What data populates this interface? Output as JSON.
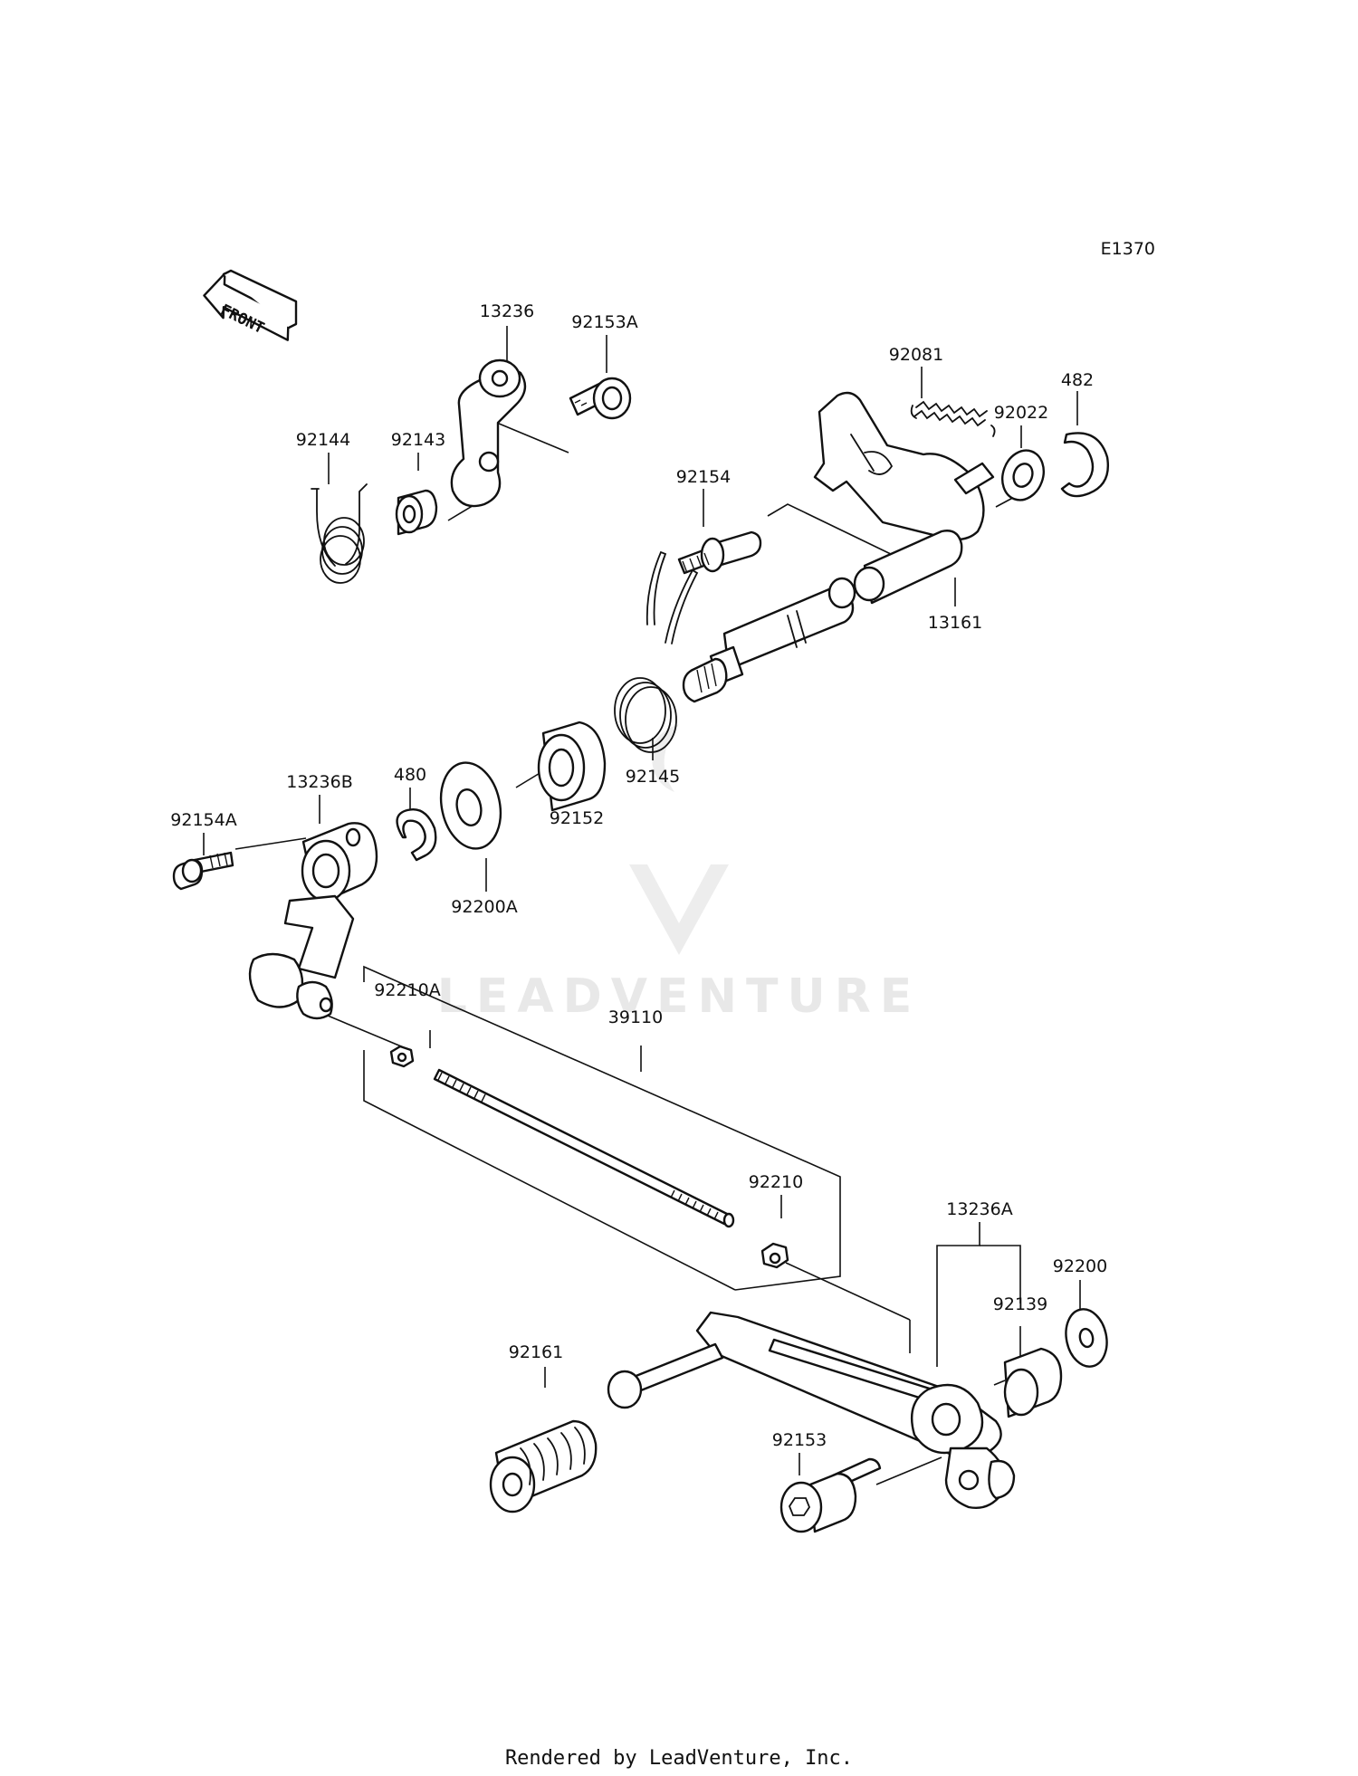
{
  "diagram_code": "E1370",
  "front_arrow_label": "FRONT",
  "watermark_text": "LEADVENTURE",
  "footer_text": "Rendered by LeadVenture, Inc.",
  "parts": [
    {
      "id": "p-13236",
      "number": "13236"
    },
    {
      "id": "p-92153a",
      "number": "92153A"
    },
    {
      "id": "p-92144",
      "number": "92144"
    },
    {
      "id": "p-92143",
      "number": "92143"
    },
    {
      "id": "p-92081",
      "number": "92081"
    },
    {
      "id": "p-482",
      "number": "482"
    },
    {
      "id": "p-92022",
      "number": "92022"
    },
    {
      "id": "p-92154",
      "number": "92154"
    },
    {
      "id": "p-13161",
      "number": "13161"
    },
    {
      "id": "p-480",
      "number": "480"
    },
    {
      "id": "p-92145",
      "number": "92145"
    },
    {
      "id": "p-92152",
      "number": "92152"
    },
    {
      "id": "p-92154a",
      "number": "92154A"
    },
    {
      "id": "p-13236b",
      "number": "13236B"
    },
    {
      "id": "p-92200a",
      "number": "92200A"
    },
    {
      "id": "p-92210a",
      "number": "92210A"
    },
    {
      "id": "p-39110",
      "number": "39110"
    },
    {
      "id": "p-92210",
      "number": "92210"
    },
    {
      "id": "p-13236a",
      "number": "13236A"
    },
    {
      "id": "p-92200",
      "number": "92200"
    },
    {
      "id": "p-92139",
      "number": "92139"
    },
    {
      "id": "p-92161",
      "number": "92161"
    },
    {
      "id": "p-92153",
      "number": "92153"
    }
  ]
}
